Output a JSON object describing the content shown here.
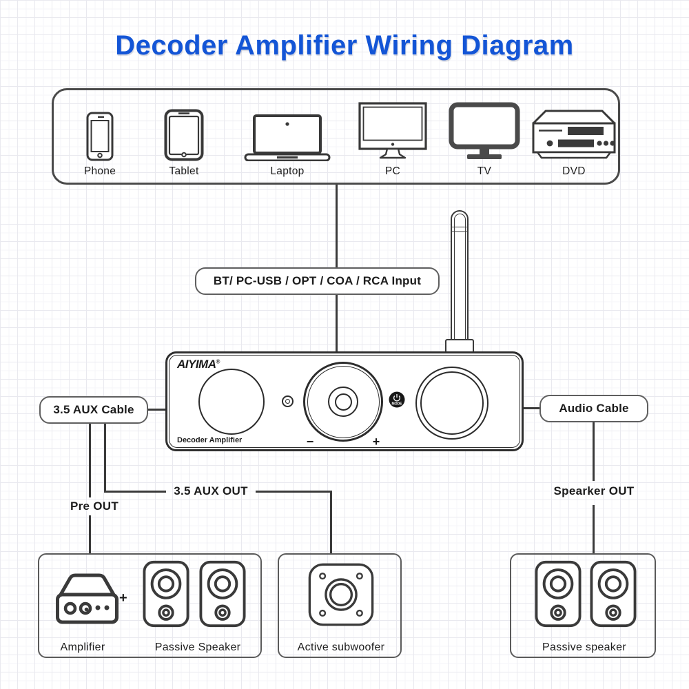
{
  "title": "Decoder Amplifier Wiring Diagram",
  "colors": {
    "accent_blue": "#1355d6",
    "line_dark": "#3a3a3a",
    "border_gray": "#5a5a5a"
  },
  "sources": {
    "devices": [
      {
        "id": "phone",
        "label": "Phone"
      },
      {
        "id": "tablet",
        "label": "Tablet"
      },
      {
        "id": "laptop",
        "label": "Laptop"
      },
      {
        "id": "pc",
        "label": "PC"
      },
      {
        "id": "tv",
        "label": "TV"
      },
      {
        "id": "dvd",
        "label": "DVD"
      }
    ]
  },
  "input_label": "BT/ PC-USB / OPT / COA / RCA Input",
  "amplifier": {
    "brand": "AIYIMA",
    "reg_mark": "®",
    "name": "Decoder Amplifier",
    "mode_button": "MODE",
    "volume_minus": "−",
    "volume_plus": "+"
  },
  "cable_labels": {
    "left": "3.5 AUX Cable",
    "right": "Audio Cable"
  },
  "output_labels": {
    "pre_out": "Pre OUT",
    "aux_out": "3.5 AUX OUT",
    "speaker_out": "Spearker OUT"
  },
  "sinks": {
    "amp_group": {
      "amplifier": "Amplifier",
      "plus": "+",
      "speakers": "Passive Speaker"
    },
    "subwoofer": {
      "label": "Active subwoofer"
    },
    "speakers": {
      "label": "Passive speaker"
    }
  }
}
